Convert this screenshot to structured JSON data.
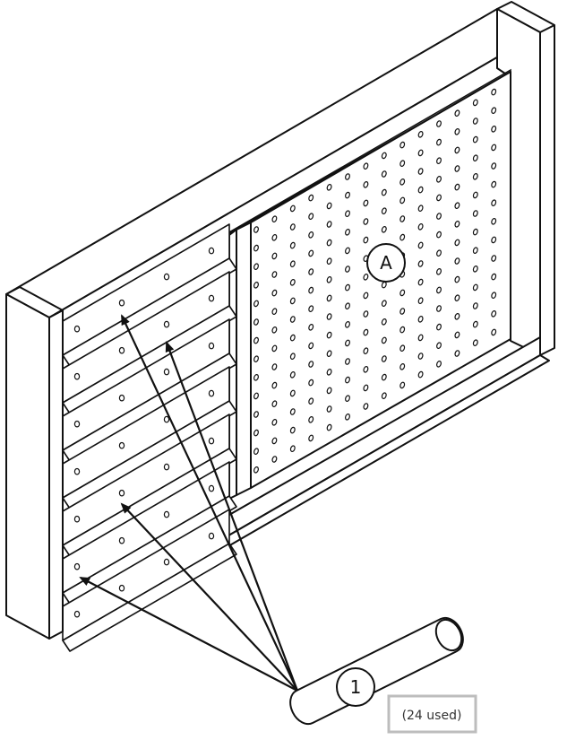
{
  "callouts": {
    "panel_label": "A",
    "dowel_label": "1"
  },
  "note": {
    "quantity": "(24 used)"
  },
  "colors": {
    "line": "#111111",
    "frame_fill": "#ffffff",
    "note_border": "#bdbdbd"
  },
  "icons": {
    "dowel": "dowel-pin-icon",
    "callout": "numbered-circle-icon"
  }
}
